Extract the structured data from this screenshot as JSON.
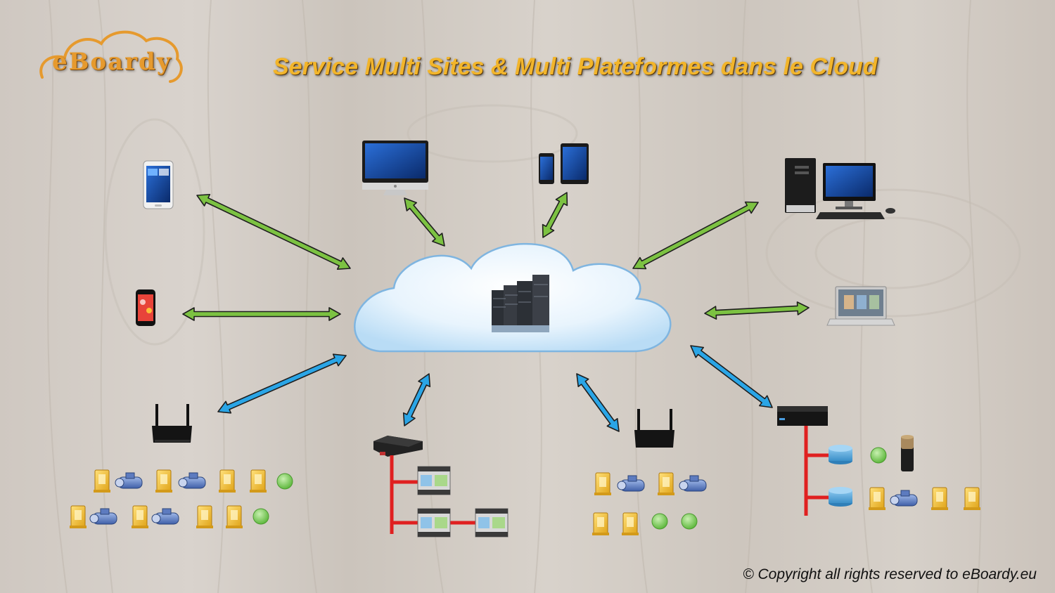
{
  "header": {
    "logo_text": "eBoardy",
    "title": "Service Multi Sites & Multi Plateformes dans le Cloud"
  },
  "footer": {
    "copyright": "© Copyright all rights reserved to eBoardy.eu"
  },
  "colors": {
    "client_link": "#7cc242",
    "gateway_link": "#2aa5e6",
    "bus_line": "#e02020",
    "title": "#f2b52b",
    "logo": "#e69a2e"
  },
  "icons": {
    "cloud": "cloud-server-icon",
    "tablet": "tablet-icon",
    "imac": "imac-icon",
    "iphone_ipad": "iphone-ipad-icon",
    "desktop_pc": "desktop-pc-icon",
    "smartphone": "smartphone-icon",
    "laptop": "laptop-icon",
    "router": "router-icon",
    "gateway_box": "gateway-box-icon",
    "din_module": "din-module-icon",
    "sensor": "sensor-icon",
    "valve": "valve-icon",
    "motion_ball": "motion-ball-icon",
    "access_point": "access-point-icon",
    "smart_speaker": "smart-speaker-icon"
  }
}
